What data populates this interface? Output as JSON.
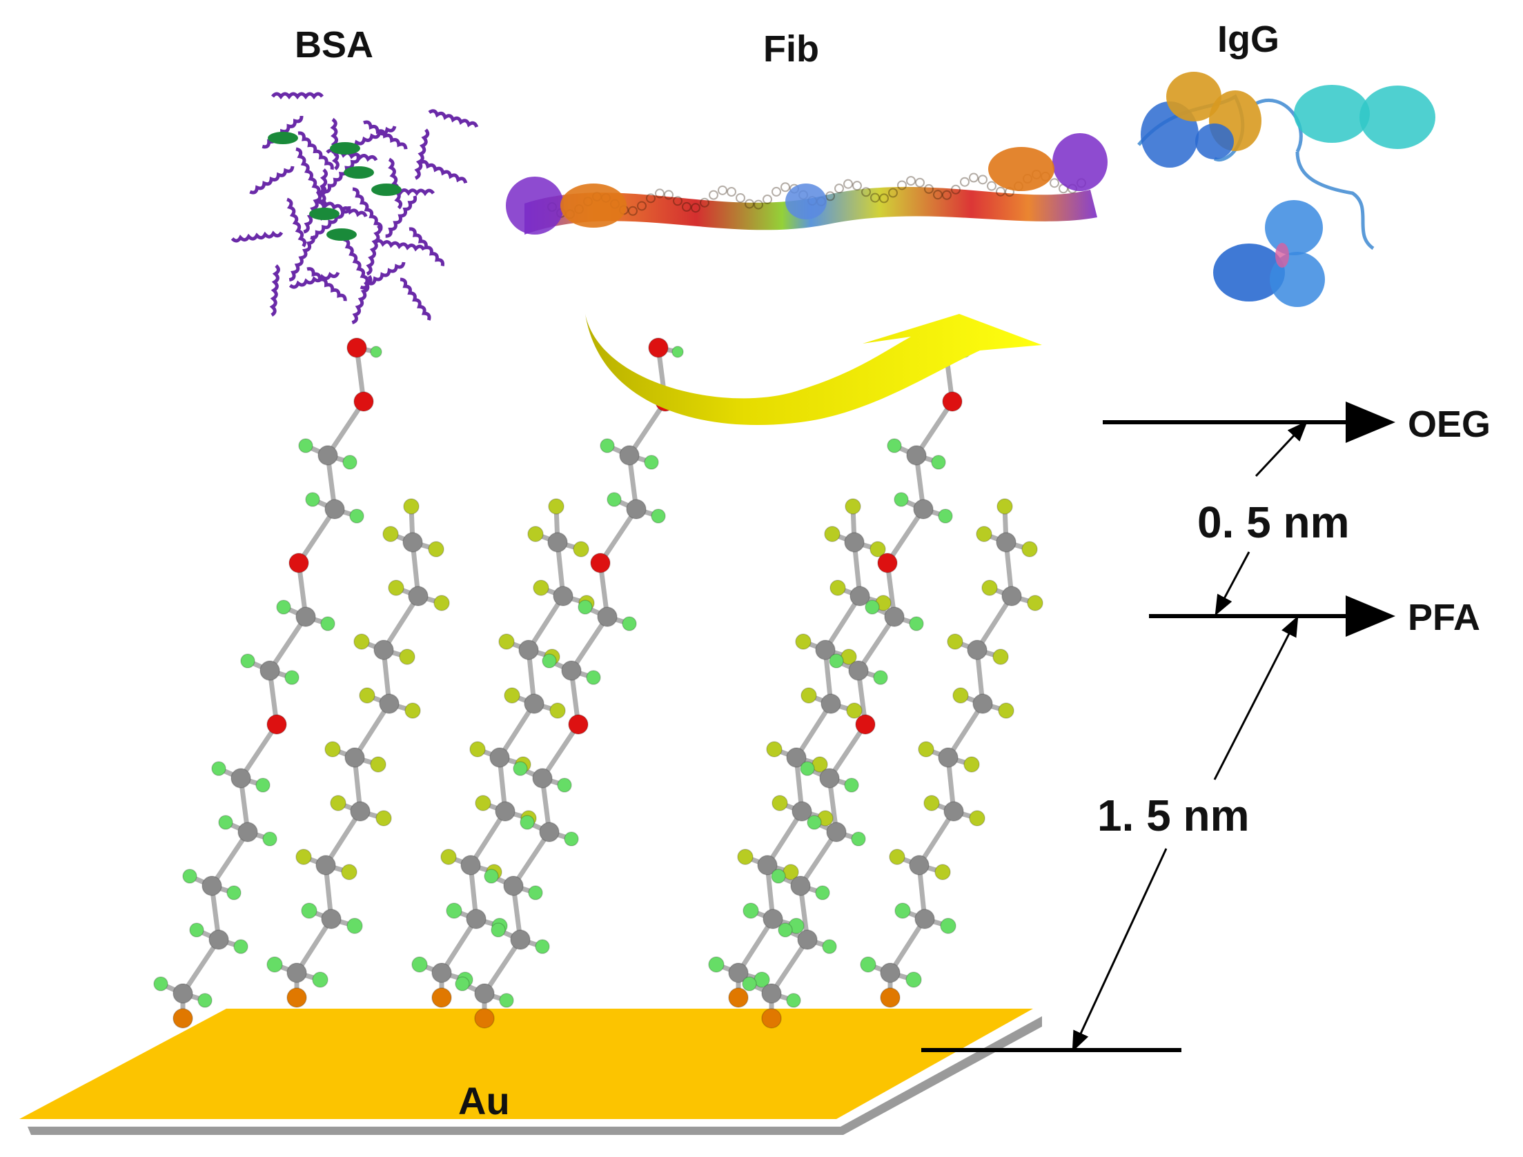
{
  "proteins": [
    {
      "name": "BSA"
    },
    {
      "name": "Fib"
    },
    {
      "name": "IgG"
    }
  ],
  "layers": {
    "top": "OEG",
    "middle": "PFA"
  },
  "dimensions": {
    "top_gap": "0. 5 nm",
    "bottom_gap": "1. 5 nm"
  },
  "substrate": "Au",
  "colors": {
    "substrate_gold": "#fcc400",
    "substrate_edge": "#9a9a9a",
    "carbon": "#8a8a8a",
    "hydrogen": "#66dd66",
    "oxygen": "#dd1111",
    "fluorine": "#b8cc22",
    "sulfur": "#e07800",
    "bsa_helix": "#6a2aa8",
    "bsa_ligand": "#1a8a3a",
    "arrow_yellow": "#f4e800"
  }
}
